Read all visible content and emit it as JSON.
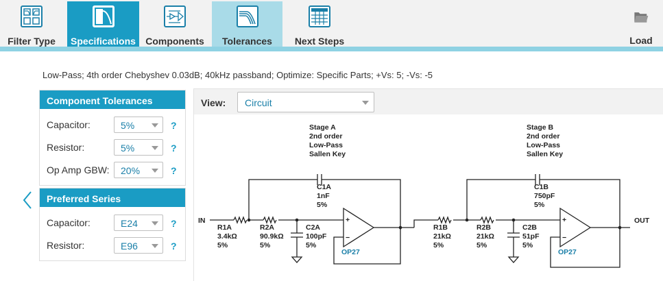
{
  "toolbar": {
    "tabs": [
      {
        "label": "Filter Type",
        "icon": "filter-type-icon"
      },
      {
        "label": "Specifications",
        "icon": "specifications-icon"
      },
      {
        "label": "Components",
        "icon": "components-icon"
      },
      {
        "label": "Tolerances",
        "icon": "tolerances-icon"
      },
      {
        "label": "Next Steps",
        "icon": "next-steps-icon"
      }
    ],
    "load_label": "Load",
    "active_tab": "Specifications",
    "accent_color": "#1a9cc4"
  },
  "summary": "Low-Pass; 4th order Chebyshev 0.03dB; 40kHz passband; Optimize: Specific Parts; +Vs: 5; -Vs: -5",
  "component_tolerances": {
    "title": "Component Tolerances",
    "rows": [
      {
        "label": "Capacitor:",
        "value": "5%",
        "help": "?"
      },
      {
        "label": "Resistor:",
        "value": "5%",
        "help": "?"
      },
      {
        "label": "Op Amp GBW:",
        "value": "20%",
        "help": "?"
      }
    ]
  },
  "preferred_series": {
    "title": "Preferred Series",
    "rows": [
      {
        "label": "Capacitor:",
        "value": "E24",
        "help": "?"
      },
      {
        "label": "Resistor:",
        "value": "E96",
        "help": "?"
      }
    ]
  },
  "view": {
    "label": "View:",
    "value": "Circuit"
  },
  "circuit": {
    "input_label": "IN",
    "output_label": "OUT",
    "stage_a": {
      "title": [
        "Stage A",
        "2nd order",
        "Low-Pass",
        "Sallen Key"
      ],
      "r1": [
        "R1A",
        "3.4kΩ",
        "5%"
      ],
      "r2": [
        "R2A",
        "90.9kΩ",
        "5%"
      ],
      "c1": [
        "C1A",
        "1nF",
        "5%"
      ],
      "c2": [
        "C2A",
        "100pF",
        "5%"
      ],
      "opamp": "OP27"
    },
    "stage_b": {
      "title": [
        "Stage B",
        "2nd order",
        "Low-Pass",
        "Sallen Key"
      ],
      "r1": [
        "R1B",
        "21kΩ",
        "5%"
      ],
      "r2": [
        "R2B",
        "21kΩ",
        "5%"
      ],
      "c1": [
        "C1B",
        "750pF",
        "5%"
      ],
      "c2": [
        "C2B",
        "51pF",
        "5%"
      ],
      "opamp": "OP27"
    },
    "plus_sign": "+",
    "minus_sign": "−"
  }
}
